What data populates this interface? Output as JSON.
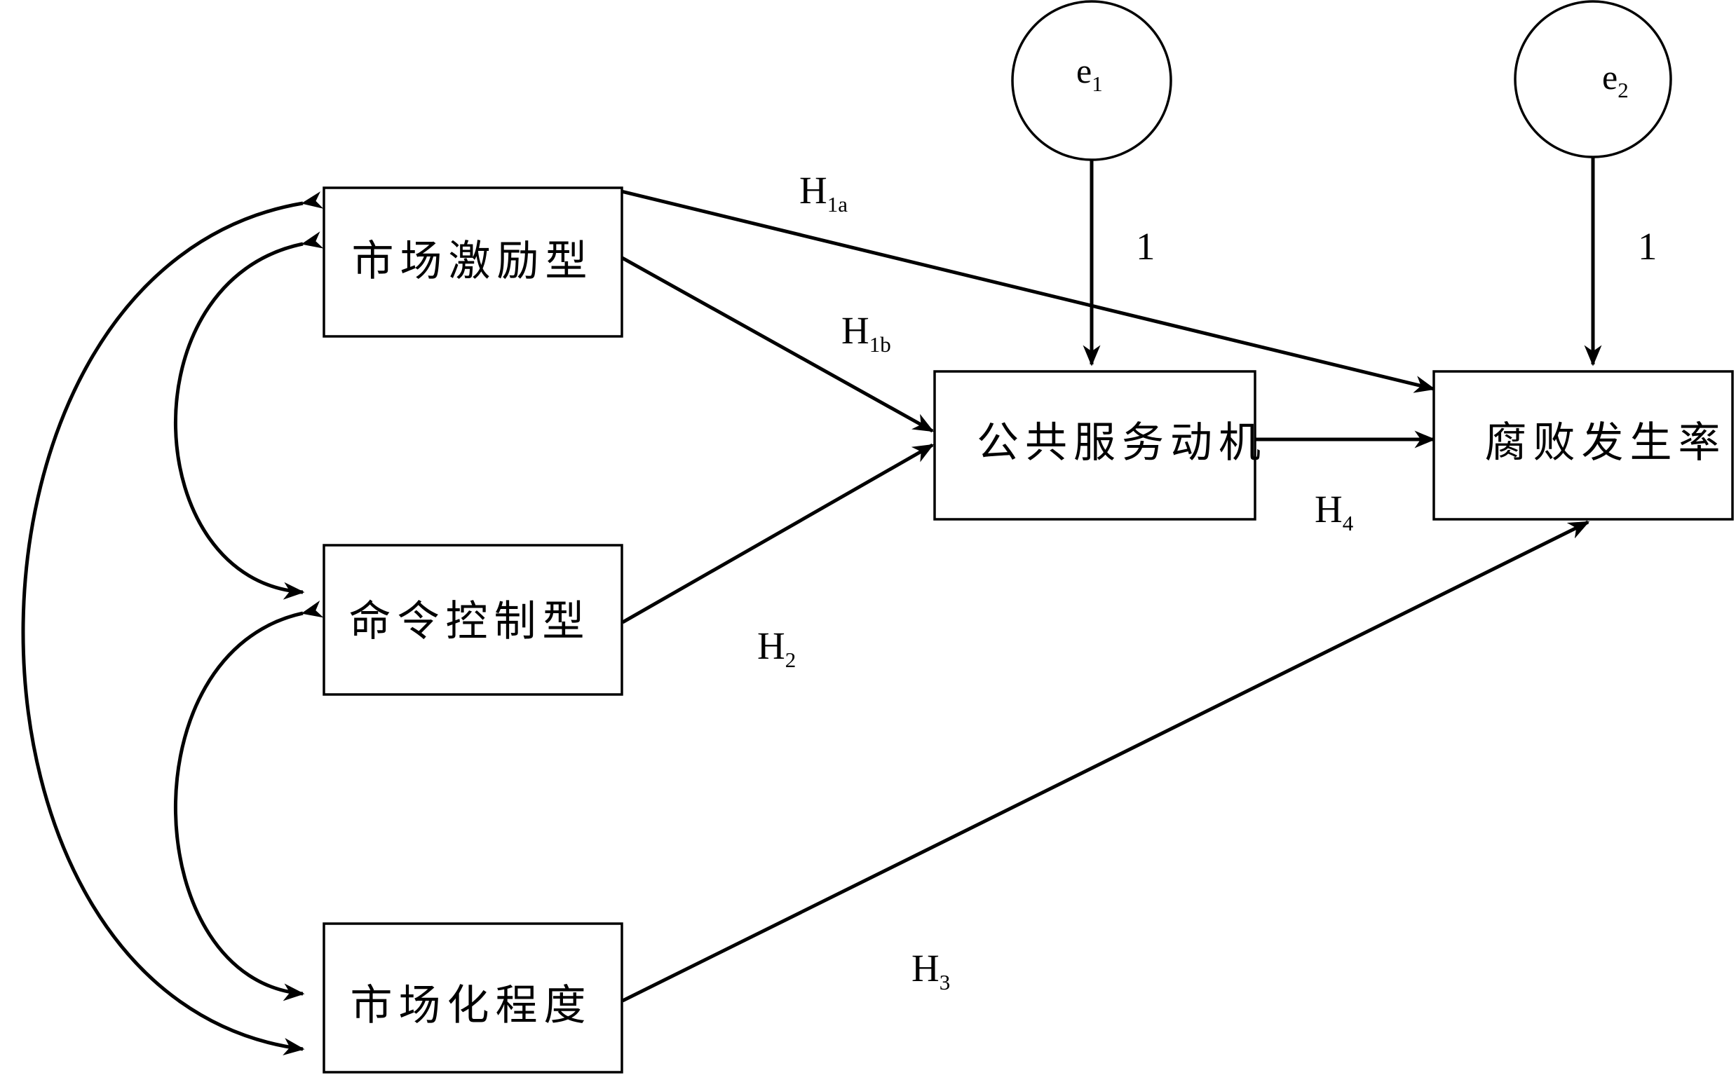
{
  "nodes": {
    "market_incentive": "市场激励型",
    "command_control": "命令控制型",
    "marketization": "市场化程度",
    "public_service_motivation": "公共服务动机",
    "corruption_rate": "腐败发生率"
  },
  "errors": {
    "e1": {
      "base": "e",
      "sub": "1"
    },
    "e2": {
      "base": "e",
      "sub": "2"
    }
  },
  "error_weights": {
    "e1": "1",
    "e2": "1"
  },
  "paths": {
    "h1a": {
      "base": "H",
      "sub": "1a"
    },
    "h1b": {
      "base": "H",
      "sub": "1b"
    },
    "h2": {
      "base": "H",
      "sub": "2"
    },
    "h3": {
      "base": "H",
      "sub": "3"
    },
    "h4": {
      "base": "H",
      "sub": "4"
    }
  }
}
